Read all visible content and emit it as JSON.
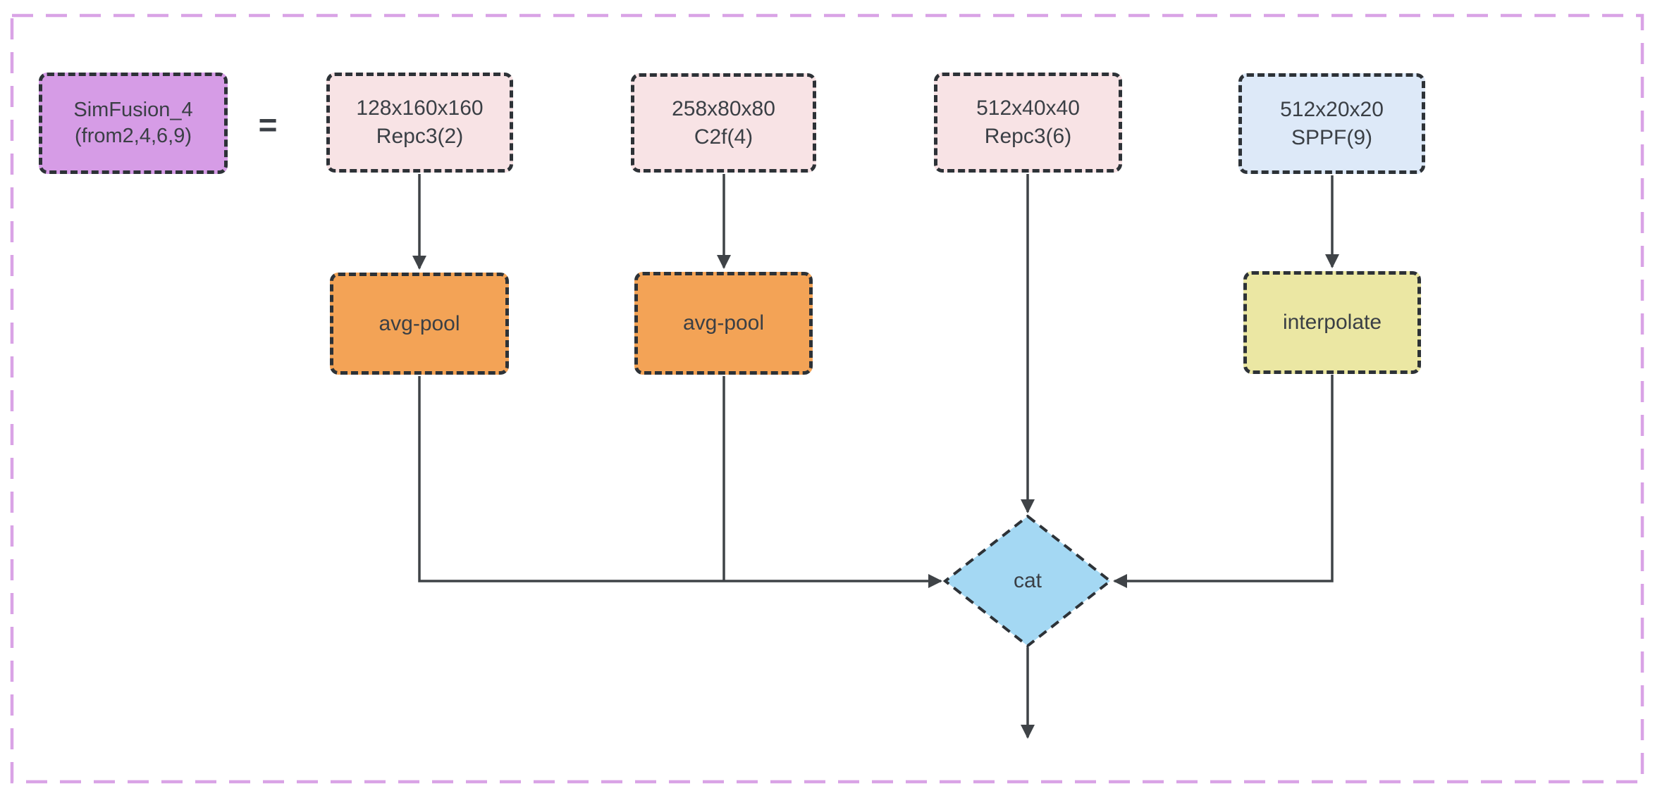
{
  "diagram": {
    "equation_lhs": {
      "line1": "SimFusion_4",
      "line2": "(from2,4,6,9)"
    },
    "equals_sign": "=",
    "inputs": [
      {
        "line1": "128x160x160",
        "line2": "Repc3(2)"
      },
      {
        "line1": "258x80x80",
        "line2": "C2f(4)"
      },
      {
        "line1": "512x40x40",
        "line2": "Repc3(6)"
      },
      {
        "line1": "512x20x20",
        "line2": "SPPF(9)"
      }
    ],
    "operations": [
      {
        "label": "avg-pool"
      },
      {
        "label": "avg-pool"
      },
      {
        "label": "interpolate"
      }
    ],
    "merge": {
      "label": "cat"
    },
    "colors": {
      "canvas_border": "#d9a3e6",
      "node_border": "#2d3237",
      "text": "#3a3f45",
      "arrow": "#3f4347",
      "lhs_fill": "#d69ce6",
      "feature_fill": "#f8e3e5",
      "sppf_fill": "#dde9f8",
      "avgpool_fill": "#f3a356",
      "interpolate_fill": "#ebe7a3",
      "cat_fill": "#a4d8f3"
    }
  }
}
